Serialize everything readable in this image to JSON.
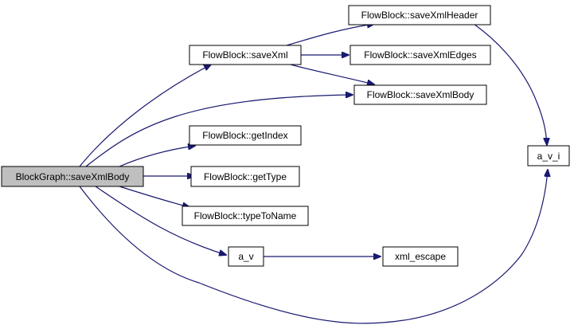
{
  "diagram": {
    "type": "call-graph",
    "colors": {
      "edge": "#191970",
      "root_fill": "#bfbfbf",
      "node_fill": "#ffffff",
      "border": "#000000"
    },
    "nodes": {
      "root": "BlockGraph::saveXmlBody",
      "saveXml": "FlowBlock::saveXml",
      "saveXmlHeader": "FlowBlock::saveXmlHeader",
      "saveXmlEdges": "FlowBlock::saveXmlEdges",
      "saveXmlBody": "FlowBlock::saveXmlBody",
      "getIndex": "FlowBlock::getIndex",
      "getType": "FlowBlock::getType",
      "typeToName": "FlowBlock::typeToName",
      "a_v": "a_v",
      "xml_escape": "xml_escape",
      "a_v_i": "a_v_i"
    },
    "edges": [
      [
        "root",
        "saveXml"
      ],
      [
        "root",
        "saveXmlBody"
      ],
      [
        "root",
        "getIndex"
      ],
      [
        "root",
        "getType"
      ],
      [
        "root",
        "typeToName"
      ],
      [
        "root",
        "a_v"
      ],
      [
        "root",
        "a_v_i"
      ],
      [
        "saveXml",
        "saveXmlHeader"
      ],
      [
        "saveXml",
        "saveXmlEdges"
      ],
      [
        "saveXml",
        "saveXmlBody"
      ],
      [
        "saveXmlHeader",
        "a_v_i"
      ],
      [
        "a_v",
        "xml_escape"
      ]
    ]
  }
}
